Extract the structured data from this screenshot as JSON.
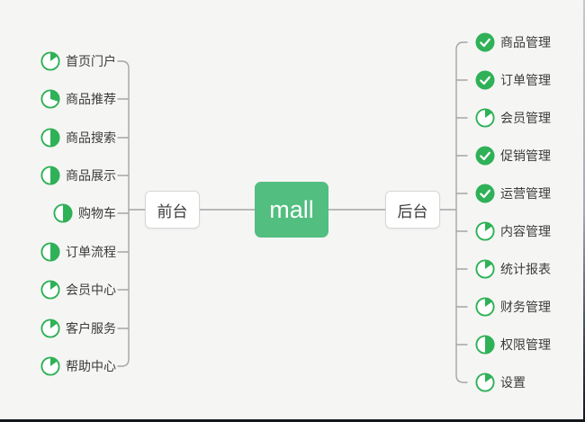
{
  "root": {
    "label": "mall"
  },
  "branches": {
    "left": {
      "label": "前台",
      "items": [
        {
          "label": "首页门户",
          "icon": "pie-15"
        },
        {
          "label": "商品推荐",
          "icon": "pie-30"
        },
        {
          "label": "商品搜索",
          "icon": "pie-50"
        },
        {
          "label": "商品展示",
          "icon": "pie-50"
        },
        {
          "label": "购物车",
          "icon": "pie-50"
        },
        {
          "label": "订单流程",
          "icon": "pie-50"
        },
        {
          "label": "会员中心",
          "icon": "pie-15"
        },
        {
          "label": "客户服务",
          "icon": "pie-15"
        },
        {
          "label": "帮助中心",
          "icon": "pie-15"
        }
      ]
    },
    "right": {
      "label": "后台",
      "items": [
        {
          "label": "商品管理",
          "icon": "check"
        },
        {
          "label": "订单管理",
          "icon": "check"
        },
        {
          "label": "会员管理",
          "icon": "pie-15"
        },
        {
          "label": "促销管理",
          "icon": "check"
        },
        {
          "label": "运营管理",
          "icon": "check"
        },
        {
          "label": "内容管理",
          "icon": "pie-15"
        },
        {
          "label": "统计报表",
          "icon": "pie-15"
        },
        {
          "label": "财务管理",
          "icon": "pie-15"
        },
        {
          "label": "权限管理",
          "icon": "pie-50"
        },
        {
          "label": "设置",
          "icon": "pie-15"
        }
      ]
    }
  },
  "colors": {
    "background": "#f5f5f4",
    "root_fill": "#52be80",
    "root_text": "#ffffff",
    "icon_green": "#2fb157",
    "icon_check_mark": "#ffffff",
    "connector": "#a5a5a5",
    "node_border": "#d7d7d7",
    "node_fill": "#ffffff",
    "text": "#3b3b3b"
  }
}
